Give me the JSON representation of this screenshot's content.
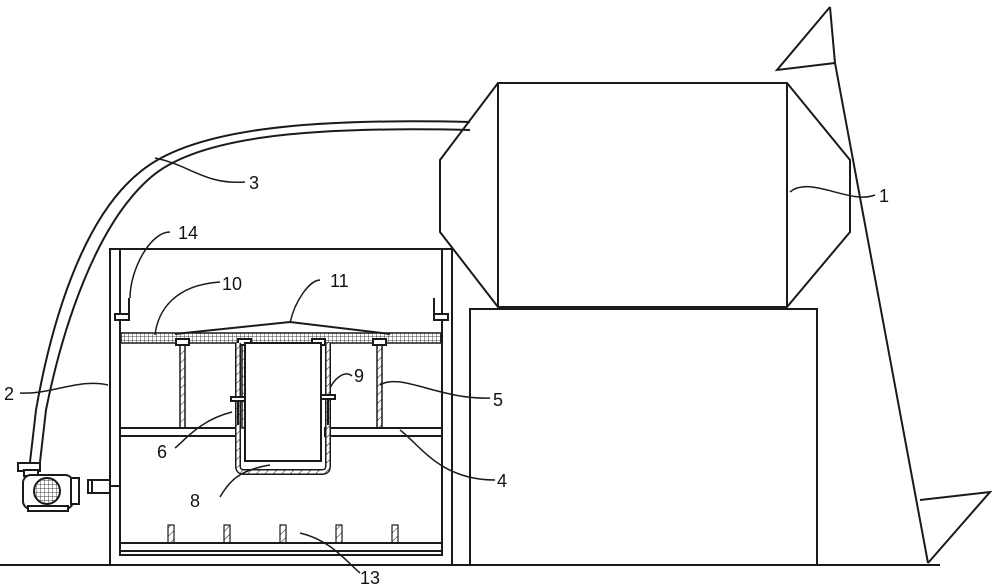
{
  "labels": {
    "l1": "1",
    "l2": "2",
    "l3": "3",
    "l4": "4",
    "l5": "5",
    "l6": "6",
    "l8": "8",
    "l9": "9",
    "l10": "10",
    "l11": "11",
    "l13": "13",
    "l14": "14"
  }
}
